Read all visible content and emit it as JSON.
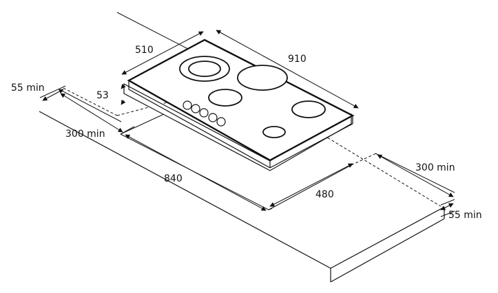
{
  "dimensions": {
    "hob_depth": "510",
    "hob_width": "910",
    "hob_height": "53",
    "clearance_left": "55 min",
    "clearance_right": "55 min",
    "rear_left": "300 min",
    "rear_right": "300 min",
    "cutout_width": "840",
    "cutout_depth": "480"
  },
  "icons": {
    "arrow": "arrowhead-icon"
  }
}
